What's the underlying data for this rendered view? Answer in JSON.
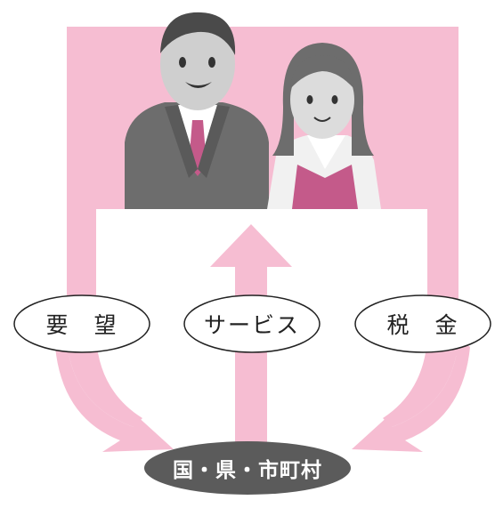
{
  "diagram": {
    "labels": {
      "left": "要　望",
      "center": "サービス",
      "right": "税　金"
    },
    "bottom_label": "国・県・市町村",
    "colors": {
      "pink": "#f6bdd2",
      "ellipse_dark": "#5b5b5b",
      "suit_gray": "#6d6d6d",
      "vest_pink": "#c45a8a"
    }
  }
}
